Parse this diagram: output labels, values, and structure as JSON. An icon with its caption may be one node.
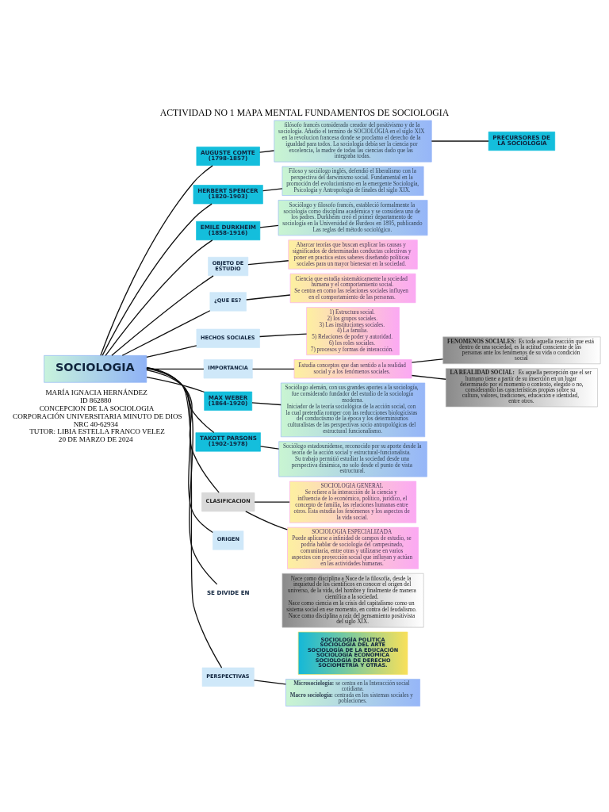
{
  "diagram": {
    "title": "ACTIVIDAD NO 1 MAPA MENTAL FUNDAMENTOS DE SOCIOLOGIA",
    "nodes": [
      {
        "text": [
          "SOCIOLOGIA"
        ]
      },
      {
        "text": [
          "PRECURSORES DE LA SOCIOLOGIA"
        ]
      },
      {
        "text": [
          "filósofo francés considerado creador del positivismo y de la sociología. Añadio el termino de SOCIOLOGIA en el siglo XIX en la revolucion francesa donde se proclamo el derecho de la igualdad para todos. La sociología debía ser la ciencia por excelencia, la madre de todas las ciencias dado que las integraba todas."
        ]
      },
      {
        "text": [
          "AUGUSTE COMTE (1798-1857)"
        ]
      },
      {
        "text": [
          "HERBERT SPENCER (1820-1903)"
        ]
      },
      {
        "text": [
          "Filoso y sociólogo inglés, defendió el liberalismo con la perspectiva del darwinismo social. Fundamental en la promoción del evolucionismo en la emergente Sociología, Psicología y Antropología de finales del siglo XIX."
        ]
      },
      {
        "text": [
          "EMILE DURKHEIM (1858-1916)"
        ]
      },
      {
        "text": [
          "Sociólogo y filosofo francés, estableció formalmente la sociología como disciplina académica y se considera uno de los padres. Durkheim creó el primer departamento de sociología en la Universidad de Burdeos en 1895, publicando Las reglas del método sociológico."
        ]
      },
      {
        "text": [
          "Abarcar teorías que buscan explicar las causas y significados de determinadas conductas colectivas y poner en practica estos saberes diseñando políticas sociales para un mayor bienestar en la sociedad."
        ]
      },
      {
        "text": [
          "OBJETO DE ESTUDIO"
        ]
      },
      {
        "text": [
          "Ciencia que estudia sistemáticamente la sociedad humana y el comportamiento social.",
          "Se centra en como las relaciones sociales influyen en el comportamiento de las personas."
        ]
      },
      {
        "text": [
          "¿QUE ES?"
        ]
      },
      {
        "text": [
          "1) Estructura social.",
          "2) los grupos sociales.",
          "3) Las instituciones sociales.",
          "4) La familia.",
          "5) Relaciones de poder y autoridad.",
          "6) los roles sociales.",
          "7) procesos y formas de interacción."
        ]
      },
      {
        "text": [
          "HECHOS SOCIALES"
        ]
      },
      {
        "text": [
          "Estudia conceptos que dan sentido a la realidad social y a los fenómenos sociales."
        ]
      },
      {
        "text": [
          "IMPORTANCIA"
        ]
      },
      {
        "text": [
          "**FENOMENOS SOCIALES:** Es toda aquella reacción que está dentro de una sociedad, es la actitud consciente de las personas ante los fenómenos de su vida o condición social"
        ]
      },
      {
        "text": [
          "**LA REALIDAD SOCIAL:** Es aquella percepción que el ser humano tiene a partir de su inserción en un lugar determinado por el momento o contexto, elegido o no, considerando las características propias sobre su cultura, valores, tradiciones, educación e identidad, entre otros."
        ]
      },
      {
        "text": [
          "MAX WEBER (1864-1920)"
        ]
      },
      {
        "text": [
          "Sociólogo alemán, con sus grandes aportes a la sociología, fue considerado fundador del estudio de la sociología moderna.",
          "Iniciador de la teoría sociológica de la acción social, con la cual pretendía romper con las reducciones biologicistas del conductismo de la época y los determinismos culturalistas de las perspectivas socio antropológicas del estructural funcionalismo."
        ]
      },
      {
        "text": [
          "TAKOTT PARSONS (1902-1978)"
        ]
      },
      {
        "text": [
          "Sociólogo estadounidense, reconocido por su aporte desde la teoría de la acción social y estructural-funcionalista.",
          "Su trabajo permitió estudiar la sociedad desde una perspectiva dinámica, no solo desde el punto de vista estructural."
        ]
      },
      {
        "text": [
          "CLASIFICACION"
        ]
      },
      {
        "text": [
          "SOCIOLOGIA GENERAL",
          "Se refiere a la interacción de la ciencia y influencia de lo económico, político, jurídico, el concepto de familia, las relaciones humanas entre otros. Esta estudia los fenómenos y los aspectos de la vida social."
        ]
      },
      {
        "text": [
          "SOCIOLOGIA ESPECIALIZADA",
          "Puede aplicarse a infinidad de campos de estudio, se podría hablar de sociología del campesinado, comunitaria, entre otras y utilizarse en varios aspectos con proyección social que influyan y actúan en las actividades humanas."
        ]
      },
      {
        "text": [
          "ORIGEN"
        ]
      },
      {
        "text": [
          "Nace como disciplina a Nace de la filosofía, desde la inquietud de los científicos en conocer el origen del universo, de la vida, del hombre y finalmente de manera científica a la sociedad.",
          "Nace como ciencia en la crisis del capitalismo como un sistema social en ese momento, en contra del feudalismo.",
          "Nace como disciplina a raíz del pensamiento positivista del siglo XIX."
        ]
      },
      {
        "text": [
          "SE DIVIDE EN"
        ]
      },
      {
        "text": [
          "SOCIOLOGÍA POLÍTICA",
          "SOCIOLOGÍA DEL ARTE",
          "SOCIOLOGÍA DE LA EDUCACIÓN",
          "SOCIOLOGÍA ECONÓMICA",
          "SOCIOLOGÍA DE DERECHO",
          "SOCIOMETRÍA Y OTRAS."
        ]
      },
      {
        "text": [
          "PERSPECTIVAS"
        ]
      },
      {
        "text": [
          "**Microsociología:** se centra en la Interacción social cotidiana.",
          "**Macro sociología:** centrada en los sistemas sociales y poblaciones."
        ]
      }
    ],
    "edges": [
      {
        "from": 1,
        "to": 2,
        "arrow": "none"
      },
      {
        "from": 2,
        "to": 3,
        "arrow": "none"
      },
      {
        "from": 8,
        "to": 9,
        "arrow": "none"
      },
      {
        "from": 10,
        "to": 11,
        "arrow": "none"
      },
      {
        "from": 12,
        "to": 13,
        "arrow": "none"
      },
      {
        "from": 14,
        "to": 15,
        "arrow": "none"
      },
      {
        "from": 14,
        "to": 16,
        "arrow": "none"
      },
      {
        "from": 14,
        "to": 17,
        "arrow": "none"
      },
      {
        "from": 9,
        "to": 0,
        "arrow": "none"
      },
      {
        "from": 11,
        "to": 0,
        "arrow": "none"
      },
      {
        "from": 13,
        "to": 0,
        "arrow": "none"
      },
      {
        "from": 15,
        "to": 0,
        "arrow": "none"
      },
      {
        "from": 3,
        "to": 0,
        "arrow": "none"
      },
      {
        "from": 4,
        "to": 0,
        "arrow": "none"
      },
      {
        "from": 6,
        "to": 0,
        "arrow": "none"
      },
      {
        "from": 5,
        "to": 4,
        "arrow": "none"
      },
      {
        "from": 7,
        "to": 6,
        "arrow": "none"
      },
      {
        "from": 0,
        "to": 18,
        "arrow": "none"
      },
      {
        "from": 0,
        "to": 20,
        "arrow": "none"
      },
      {
        "from": 18,
        "to": 19,
        "arrow": "none"
      },
      {
        "from": 20,
        "to": 21,
        "arrow": "none"
      },
      {
        "from": 0,
        "to": 22,
        "arrow": "none"
      },
      {
        "from": 0,
        "to": 25,
        "arrow": "none"
      },
      {
        "from": 0,
        "to": 27,
        "arrow": "none"
      },
      {
        "from": 0,
        "to": 29,
        "arrow": "none"
      },
      {
        "from": 22,
        "to": 23,
        "arrow": "none"
      },
      {
        "from": 22,
        "to": 24,
        "arrow": "none"
      },
      {
        "from": 29,
        "to": 30,
        "arrow": "none"
      }
    ],
    "labels": [
      "MARÍA IGNACIA HERNÁNDEZ",
      "ID 862880",
      "CONCEPCION DE LA SOCIOLOGIA",
      "CORPORACIÓN UNIVERSITARIA MINUTO DE DIOS",
      "NRC 40-62934",
      "TUTOR: LIBIA ESTELLA FRANCO VELEZ",
      "20 DE MARZO DE 2024"
    ]
  }
}
